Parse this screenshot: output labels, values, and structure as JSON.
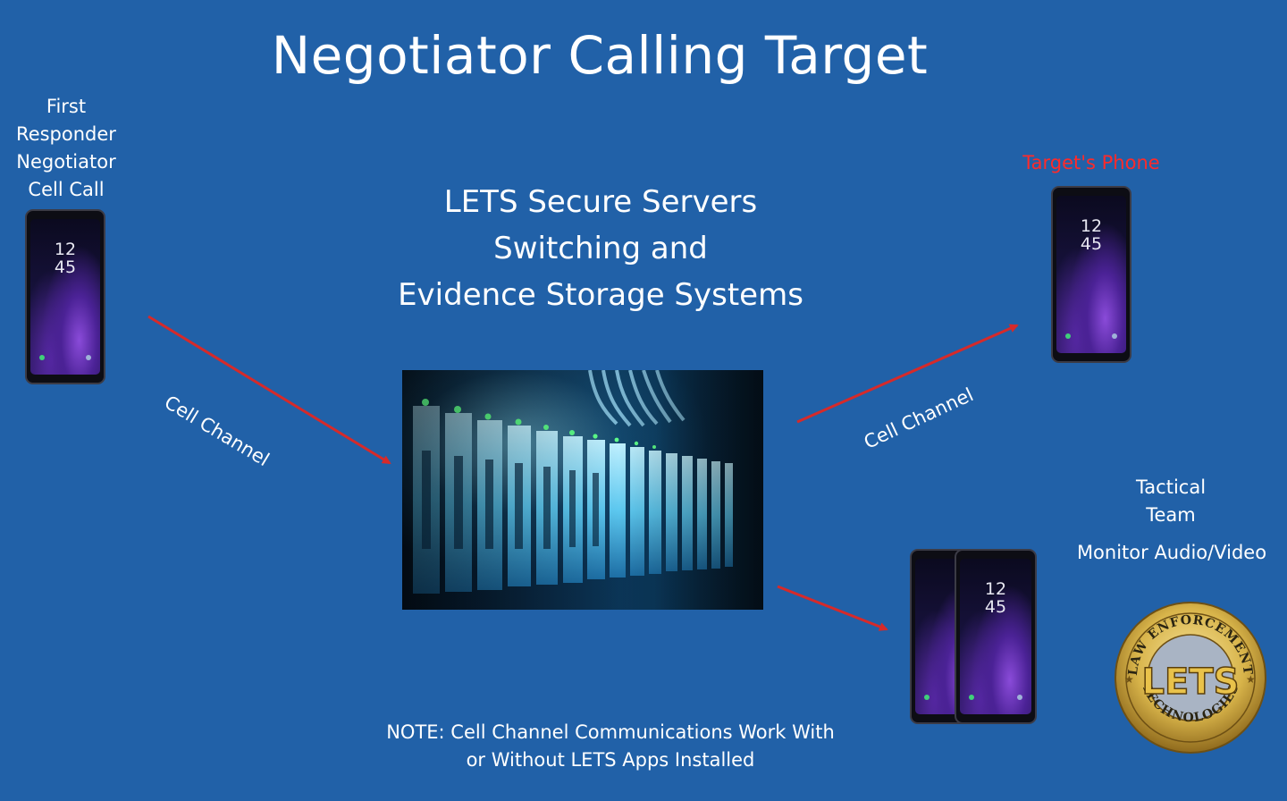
{
  "title": "Negotiator Calling Target",
  "servers": {
    "line1": "LETS Secure Servers",
    "line2": "Switching and",
    "line3": "Evidence Storage Systems"
  },
  "first_responder": {
    "line1": "First",
    "line2": "Responder",
    "line3": "Negotiator",
    "line4": "Cell Call"
  },
  "target": {
    "label": "Target's Phone"
  },
  "tactical": {
    "line1": "Tactical",
    "line2": "Team",
    "monitor": "Monitor Audio/Video"
  },
  "channel_left": "Cell Channel",
  "channel_right": "Cell Channel",
  "phone_clock": {
    "hour": "12",
    "minute": "45"
  },
  "note": {
    "line1": "NOTE: Cell Channel Communications Work With",
    "line2": "or Without LETS Apps Installed"
  },
  "seal": {
    "top_arc": "LAW ENFORCEMENT",
    "bottom_arc": "TECHNOLOGIES",
    "center": "LETS"
  },
  "colors": {
    "background": "#2161a8",
    "arrow": "#d62a2a",
    "target_label": "#ff2a2a",
    "seal_gold": "#d8b44a"
  }
}
